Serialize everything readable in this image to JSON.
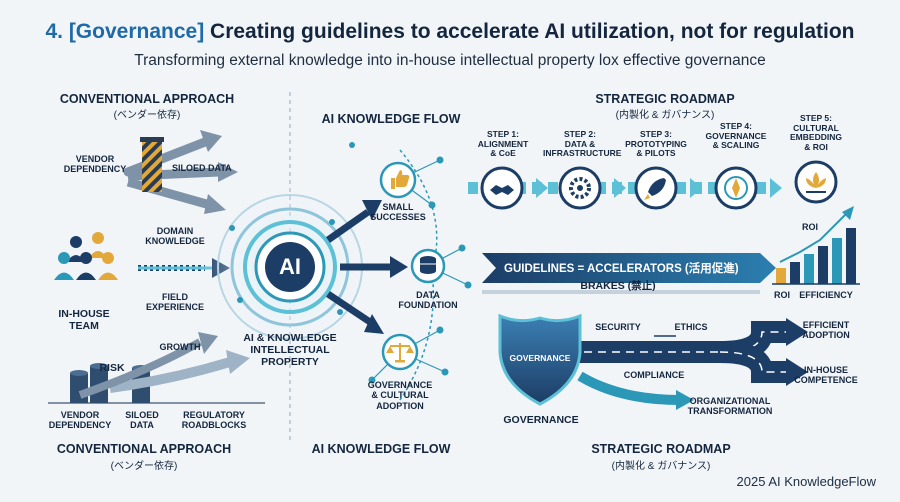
{
  "header": {
    "title_prefix": "4. [Governance]",
    "title_main": " Creating guidelines to accelerate AI utilization, not for regulation",
    "subtitle": "Transforming external knowledge into in-house intellectual property lox effective governance"
  },
  "left": {
    "top_title": "CONVENTIONAL APPROACH",
    "top_sub": "(ベンダー依存)",
    "vendor_dependency": "VENDOR\nDEPENDENCY",
    "siloed_data": "SILOED DATA",
    "domain_knowledge": "DOMAIN\nKNOWLEDGE",
    "in_house_team": "IN-HOUSE\nTEAM",
    "field_experience": "FIELD\nEXPERIENCE",
    "growth": "GROWTH",
    "risk": "RISK",
    "bottom_vendor": "VENDOR\nDEPENDENCY",
    "bottom_siloed": "SILOED\nDATA",
    "bottom_regulatory": "REGULATORY\nROADBLOCKS",
    "bottom_title": "CONVENTIONAL APPROACH",
    "bottom_sub": "(ベンダー依存)"
  },
  "center": {
    "top_title": "AI KNOWLEDGE FLOW",
    "ai": "AI",
    "ip_label": "AI & KNOWLEDGE\nINTELLECTUAL\nPROPERTY",
    "small_successes": "SMALL\nSUCCESSES",
    "data_foundation": "DATA\nFOUNDATION",
    "governance_adoption": "GOVERNANCE\n& CULTURAL\nADOPTION",
    "bottom_title": "AI KNOWLEDGE FLOW"
  },
  "right": {
    "top_title": "STRATEGIC ROADMAP",
    "top_sub": "(内製化 & ガバナンス)",
    "steps": [
      {
        "label": "STEP 1:\nALIGNMENT\n& CoE",
        "icon": "handshake-icon"
      },
      {
        "label": "STEP 2:\nDATA &\nINFRASTRUCTURE",
        "icon": "gear-icon"
      },
      {
        "label": "STEP 3:\nPROTOTYPING\n& PILOTS",
        "icon": "rocket-icon"
      },
      {
        "label": "STEP 4:\nGOVERNANCE\n& SCALING",
        "icon": "compass-icon"
      },
      {
        "label": "STEP 5:\nCULTURAL\nEMBEDDING\n& ROI",
        "icon": "lotus-icon"
      }
    ],
    "guidelines": "GUIDELINES = ACCELERATORS (活用促進)",
    "brakes": "BRAKES (禁止)",
    "roi_top": "ROI",
    "roi_label": "ROI",
    "efficiency": "EFFICIENCY",
    "shield": "GOVERNANCE",
    "security": "SECURITY",
    "ethics": "ETHICS",
    "compliance": "COMPLIANCE",
    "efficient_adoption": "EFFICIENT\nADOPTION",
    "in_house_competence": "IN-HOUSE\nCOMPETENCE",
    "org_transformation": "ORGANIZATIONAL\nTRANSFORMATION",
    "governance_label": "GOVERNANCE",
    "bottom_title": "STRATEGIC ROADMAP",
    "bottom_sub": "(内製化 & ガバナンス)"
  },
  "footer": "2025 AI KnowledgeFlow",
  "colors": {
    "navy": "#1c3d66",
    "teal": "#2b98b8",
    "light_teal": "#5cc0d6",
    "gold": "#e2a93a",
    "gray_arrow": "#8ba0b5",
    "background": "#f2f5f8"
  }
}
